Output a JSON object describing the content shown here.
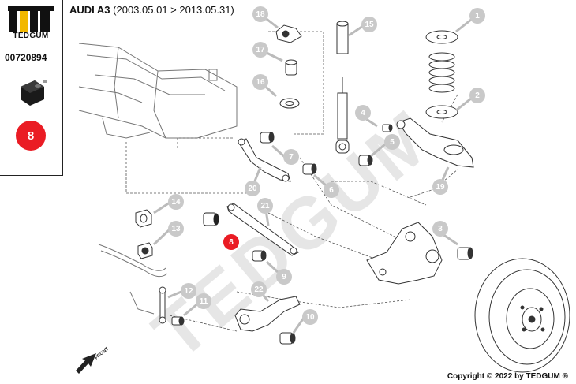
{
  "brand": {
    "name": "TEDGUM",
    "part_number": "00720894",
    "badge": "8"
  },
  "vehicle": {
    "model": "AUDI A3",
    "years": "(2003.05.01 > 2013.05.31)"
  },
  "watermark": "TEDGUM",
  "front_label": "FRONT",
  "copyright": "Copyright © 2022 by TEDGUM ®",
  "callouts": [
    "1",
    "2",
    "3",
    "4",
    "5",
    "6",
    "7",
    "8",
    "9",
    "10",
    "11",
    "12",
    "13",
    "14",
    "15",
    "16",
    "17",
    "18",
    "19",
    "20",
    "21",
    "22"
  ],
  "highlighted_callout": "8"
}
